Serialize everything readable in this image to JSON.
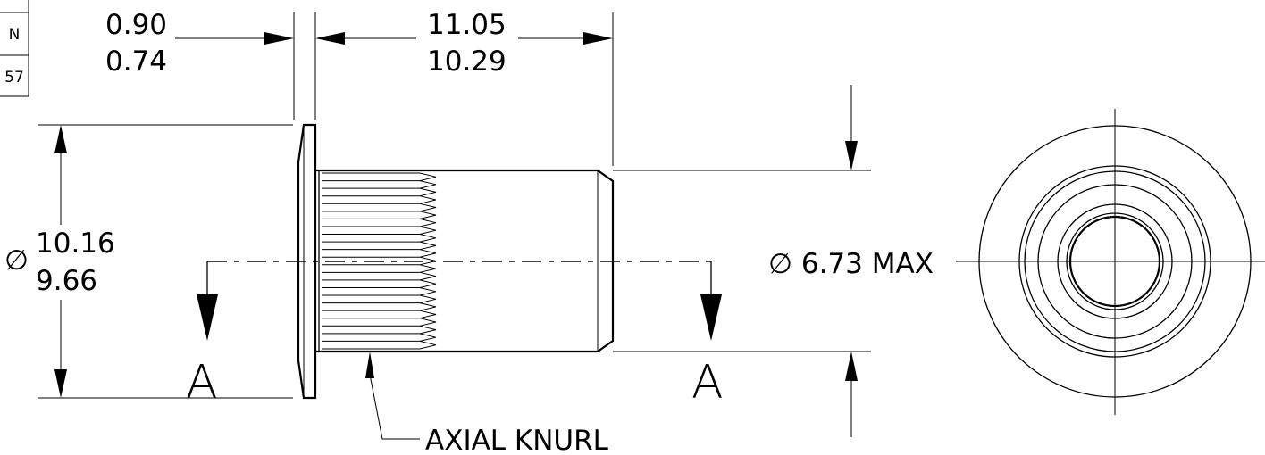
{
  "title_block": {
    "cell_1": "N",
    "cell_2": "57"
  },
  "dimensions": {
    "flange_thickness": {
      "max": "0.90",
      "min": "0.74"
    },
    "body_length": {
      "max": "11.05",
      "min": "10.29"
    },
    "flange_diameter": {
      "symbol": "∅",
      "max": "10.16",
      "min": "9.66"
    },
    "body_diameter": {
      "label": "∅ 6.73 MAX"
    }
  },
  "section": {
    "left_label": "A",
    "right_label": "A"
  },
  "callouts": {
    "knurl": "AXIAL KNURL"
  }
}
